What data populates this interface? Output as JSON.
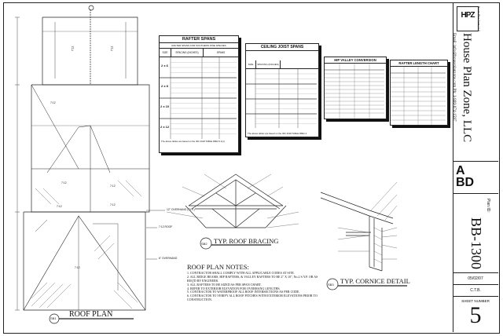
{
  "rafter": {
    "title": "RAFTER SPANS",
    "subtitle": "RAFTER SPANS FOR SOUTHERN PINE SPECIES",
    "h_size": "SIZE",
    "h_spacing": "SPACING (INCHES)",
    "h_spans": "SPANS",
    "sizes": [
      "2 x 6",
      "2 x 8",
      "2 x 10",
      "2 x 12"
    ],
    "footnote": "The above tables are based on the IRC 2018 TABLE R802.5.1(1)"
  },
  "ceiling": {
    "title": "CEILING JOIST SPANS",
    "h_size": "SIZE",
    "h_spacing": "SPACING (INCHES)",
    "footnote": "The above tables are based on the IRC 2018 TABLE R802.4"
  },
  "hip": {
    "title": "HIP VALLEY CONVERSION"
  },
  "rafter_length": {
    "title": "RAFTER LENGTH CHART"
  },
  "bracing": {
    "title": "TYP. ROOF BRACING",
    "tag": "SB2"
  },
  "cornice": {
    "title": "TYP. CORNICE DETAIL",
    "tag": "SB3"
  },
  "roof_plan": {
    "title": "ROOF PLAN",
    "tag": "SB1",
    "pitches": [
      "7:12",
      "7:12",
      "7:12",
      "7:12",
      "7:12",
      "7:12",
      "7:12",
      "7:12"
    ],
    "overhang_1": "12\" OVERHANG (TYP.)",
    "overhang_2": "6\" OVERHANG",
    "pitch_roof": "7:12 ROOF"
  },
  "notes": {
    "title": "ROOF PLAN NOTES:",
    "items": [
      "1. CONTRACTOR SHALL COMPLY WITH ALL APPLICABLE CODES AT SITE.",
      "2. ALL RIDGE BEAMS, HIP RAFTERS, & VALLEY RAFTERS TO BE 2\" X 10\", No.2 S.Y.P. OR AS REQ'D BY ENGINEER.",
      "3. ALL RAFTERS TO BE SIZED AS PER SPAN CHART.",
      "4. REFER TO EXTERIOR ELEVATION FOR OVERHANG LENGTHS.",
      "5. CONTRACTOR TO WATERPROOF ALL ROOF INTERSECTIONS AS PER CODE.",
      "6. CONTRACTOR TO VERIFY ALL ROOF PITCHES WITH EXTERIOR ELEVATIONS PRIOR TO CONSTRUCTION."
    ]
  },
  "title_block": {
    "logo": "HPZ",
    "logo_sub": "House Plan Zone, LLC",
    "company": "House Plan Zone, LLC",
    "contact": "Email: info@houseplanzone.com  Ph: 1-800-874-1597",
    "abd_top": "A",
    "abd_bottom": "BD",
    "plan_id_label": "Plan ID:",
    "plan_id": "BB-1300",
    "date": "05/02/07",
    "drawn": "C.T.B.",
    "sheet_label": "SHEET NUMBER",
    "sheet_number": "5"
  }
}
